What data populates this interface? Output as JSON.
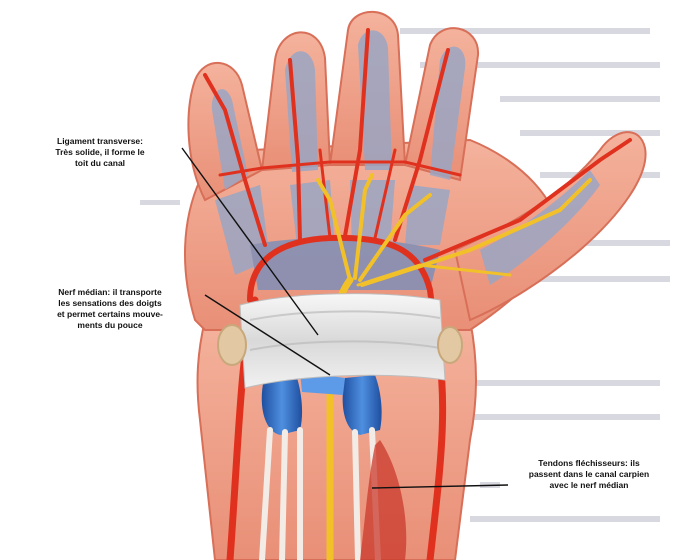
{
  "labels": {
    "ligament": "Ligament transverse:\nTrès solide, il forme le\ntoit du canal",
    "nerf": "Nerf médian: il transporte\nles sensations des doigts\net permet certains mouve-\nments du pouce",
    "tendons": "Tendons fléchisseurs: ils\npassent dans le canal carpien\navec le nerf médian"
  },
  "colors": {
    "skin": "#f2a58e",
    "skin_dark": "#e07f68",
    "artery": "#e0311f",
    "nerve": "#f2c12a",
    "tendon_sheath": "#2f6fc9",
    "ligament": "#eaeaea",
    "muscle": "#9aa6c4"
  }
}
